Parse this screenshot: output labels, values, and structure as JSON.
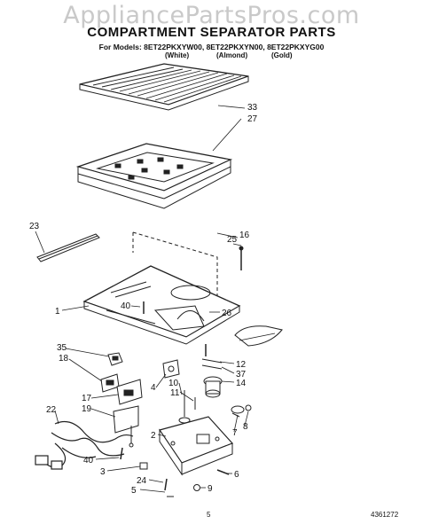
{
  "header": {
    "watermark": "AppliancePartsPros.com",
    "title": "COMPARTMENT SEPARATOR PARTS",
    "models": "For Models: 8ET22PKXYW00, 8ET22PKXYN00, 8ET22PKXYG00",
    "finishes": [
      "(White)",
      "(Almond)",
      "(Gold)"
    ]
  },
  "callouts": [
    "33",
    "27",
    "23",
    "16",
    "25",
    "1",
    "40",
    "26",
    "35",
    "18",
    "12",
    "37",
    "14",
    "10",
    "11",
    "4",
    "17",
    "19",
    "22",
    "8",
    "7",
    "2",
    "6",
    "40",
    "3",
    "24",
    "9",
    "5"
  ],
  "footer": {
    "page": "5",
    "code": "4361272"
  }
}
